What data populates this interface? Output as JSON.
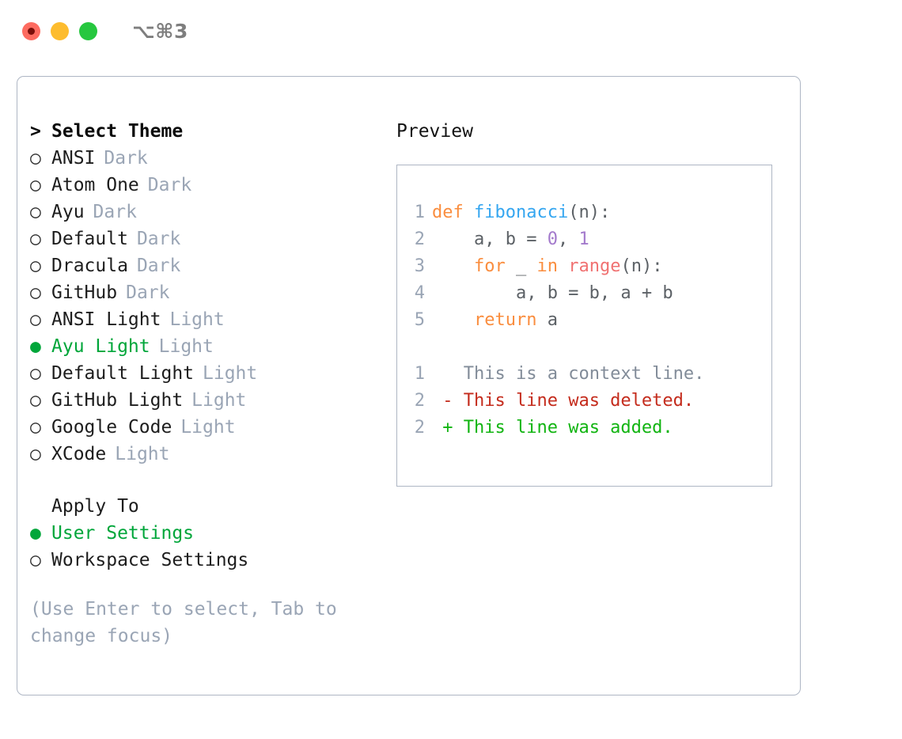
{
  "titlebar": {
    "shortcut": "⌥⌘3",
    "lights": [
      {
        "name": "close",
        "color": "#fd6b60",
        "recording": true
      },
      {
        "name": "minimize",
        "color": "#fdbc2e",
        "recording": false
      },
      {
        "name": "zoom",
        "color": "#26c73f",
        "recording": false
      }
    ]
  },
  "colors": {
    "accent_green": "#00a63a",
    "muted": "#9aa5b5",
    "border": "#aeb6c4"
  },
  "theme_list": {
    "header_marker": ">",
    "header_label": "Select Theme",
    "items": [
      {
        "marker": "○",
        "label": "ANSI",
        "tag": "Dark",
        "selected": false
      },
      {
        "marker": "○",
        "label": "Atom One",
        "tag": "Dark",
        "selected": false
      },
      {
        "marker": "○",
        "label": "Ayu",
        "tag": "Dark",
        "selected": false
      },
      {
        "marker": "○",
        "label": "Default",
        "tag": "Dark",
        "selected": false
      },
      {
        "marker": "○",
        "label": "Dracula",
        "tag": "Dark",
        "selected": false
      },
      {
        "marker": "○",
        "label": "GitHub",
        "tag": "Dark",
        "selected": false
      },
      {
        "marker": "○",
        "label": "ANSI Light",
        "tag": "Light",
        "selected": false
      },
      {
        "marker": "●",
        "label": "Ayu Light",
        "tag": "Light",
        "selected": true
      },
      {
        "marker": "○",
        "label": "Default Light",
        "tag": "Light",
        "selected": false
      },
      {
        "marker": "○",
        "label": "GitHub Light",
        "tag": "Light",
        "selected": false
      },
      {
        "marker": "○",
        "label": "Google Code",
        "tag": "Light",
        "selected": false
      },
      {
        "marker": "○",
        "label": "XCode",
        "tag": "Light",
        "selected": false
      }
    ]
  },
  "apply_to": {
    "title": "Apply To",
    "items": [
      {
        "marker": "●",
        "label": "User Settings",
        "selected": true
      },
      {
        "marker": "○",
        "label": "Workspace Settings",
        "selected": false
      }
    ]
  },
  "hint": "(Use Enter to select, Tab to change focus)",
  "preview": {
    "title": "Preview",
    "code_lines": [
      {
        "number": "1",
        "tokens": [
          {
            "text": "def ",
            "kind": "kw"
          },
          {
            "text": "fibonacci",
            "kind": "fn"
          },
          {
            "text": "(n):",
            "kind": "punc"
          }
        ]
      },
      {
        "number": "2",
        "tokens": [
          {
            "text": "    a, b = ",
            "kind": "var"
          },
          {
            "text": "0",
            "kind": "num"
          },
          {
            "text": ", ",
            "kind": "punc"
          },
          {
            "text": "1",
            "kind": "num"
          }
        ]
      },
      {
        "number": "3",
        "tokens": [
          {
            "text": "    ",
            "kind": "var"
          },
          {
            "text": "for",
            "kind": "kw"
          },
          {
            "text": " _ ",
            "kind": "var"
          },
          {
            "text": "in",
            "kind": "kw"
          },
          {
            "text": " ",
            "kind": "var"
          },
          {
            "text": "range",
            "kind": "bi"
          },
          {
            "text": "(n):",
            "kind": "punc"
          }
        ]
      },
      {
        "number": "4",
        "tokens": [
          {
            "text": "        a, b = b, a + b",
            "kind": "var"
          }
        ]
      },
      {
        "number": "5",
        "tokens": [
          {
            "text": "    ",
            "kind": "var"
          },
          {
            "text": "return",
            "kind": "kw"
          },
          {
            "text": " a",
            "kind": "var"
          }
        ]
      }
    ],
    "diff_lines": [
      {
        "number": "1",
        "sign": " ",
        "text": "This is a context line.",
        "kind": "context"
      },
      {
        "number": "2",
        "sign": "-",
        "text": "This line was deleted.",
        "kind": "del"
      },
      {
        "number": "2",
        "sign": "+",
        "text": "This line was added.",
        "kind": "add"
      }
    ]
  }
}
